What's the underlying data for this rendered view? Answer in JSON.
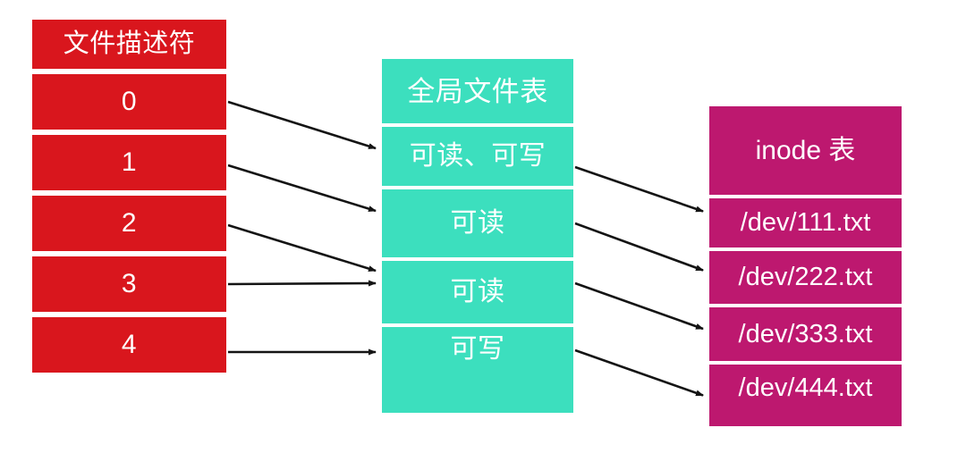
{
  "tables": {
    "fd": {
      "header": "文件描述符",
      "rows": [
        "0",
        "1",
        "2",
        "3",
        "4"
      ],
      "color": "#d9161d"
    },
    "file_table": {
      "header": "全局文件表",
      "rows": [
        "可读、可写",
        "可读",
        "可读",
        "可写"
      ],
      "color": "#3cdfbe"
    },
    "inode": {
      "header": "inode 表",
      "rows": [
        "/dev/111.txt",
        "/dev/222.txt",
        "/dev/333.txt",
        "/dev/444.txt"
      ],
      "color": "#bd186f"
    }
  },
  "arrow_color": "#141414",
  "connections": [
    {
      "from": "fd-0",
      "to": "ft-1",
      "from_dy": 0,
      "to_dy": -9
    },
    {
      "from": "fd-1",
      "to": "ft-2",
      "from_dy": 3,
      "to_dy": -14
    },
    {
      "from": "fd-2",
      "to": "ft-3",
      "from_dy": 2,
      "to_dy": -24
    },
    {
      "from": "fd-3",
      "to": "ft-3",
      "from_dy": 0,
      "to_dy": -10
    },
    {
      "from": "fd-4",
      "to": "ft-4",
      "from_dy": 8,
      "to_dy": -20
    },
    {
      "from": "ft-1",
      "to": "in-1",
      "from_dy": 12,
      "to_dy": -13
    },
    {
      "from": "ft-2",
      "to": "in-2",
      "from_dy": 0,
      "to_dy": -8
    },
    {
      "from": "ft-3",
      "to": "in-3",
      "from_dy": -10,
      "to_dy": -6
    },
    {
      "from": "ft-4",
      "to": "in-4",
      "from_dy": -22,
      "to_dy": 0
    }
  ]
}
